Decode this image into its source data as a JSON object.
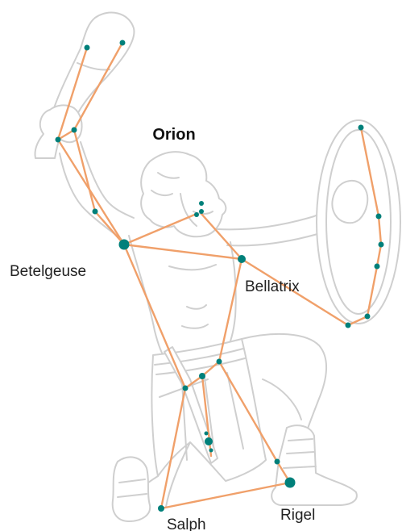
{
  "title": "Orion",
  "labels": {
    "betelgeuse": "Betelgeuse",
    "bellatrix": "Bellatrix",
    "rigel": "Rigel",
    "saiph": "Salph"
  },
  "colors": {
    "line": "#f0a06a",
    "star": "#00807a",
    "outline": "#cfcfcf"
  }
}
